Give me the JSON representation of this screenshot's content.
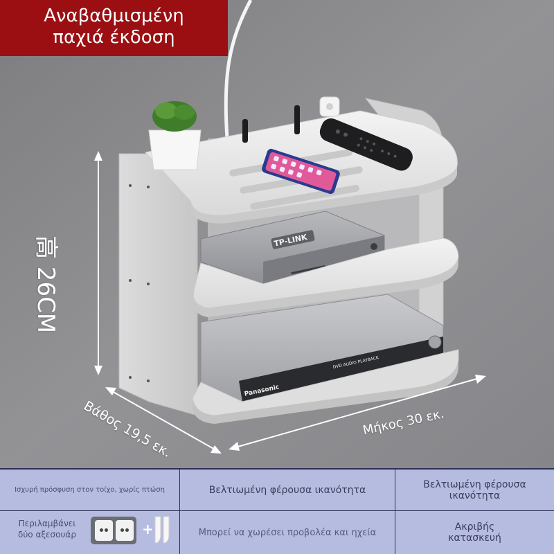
{
  "banner": {
    "line1": "Αναβαθμισμένη",
    "line2": "παχιά έκδοση"
  },
  "dimensions": {
    "height": "高 26CM",
    "depth": "Βάθος 19,5 εκ.",
    "length": "Μήκος 30 εκ."
  },
  "features": {
    "row1": {
      "col1": "Ισχυρή πρόσφυση στον τοίχο, χωρίς πτώση",
      "col2": "Βελτιωμένη φέρουσα ικανότητα",
      "col3": "Βελτιωμένη φέρουσα ικανότητα"
    },
    "row2": {
      "col1": "Περιλαμβάνει δύο αξεσουάρ",
      "col2": "Μπορεί να χωρέσει προβολέα και ηχεία",
      "col3": "Ακριβής κατασκευή"
    }
  },
  "product_labels": {
    "router_brand": "TP-LINK",
    "dvd_brand": "Panasonic",
    "dvd_caption": "DVD AUDIO PLAYBACK"
  },
  "colors": {
    "banner": "#9b0f12",
    "panel": "#b6bbe0",
    "wall": "#8a8a8c",
    "shelf": "#e6e6e6"
  }
}
